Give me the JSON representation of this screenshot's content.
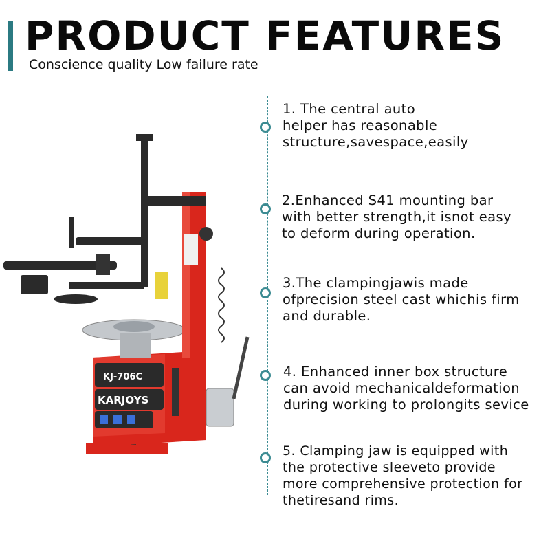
{
  "header": {
    "title": "PRODUCT FEATURES",
    "subtitle": "Conscience quality Low failure rate"
  },
  "machine": {
    "model_label": "KJ-706C",
    "brand_label": "KARJOYS",
    "colors": {
      "body": "#d9261c",
      "dark": "#222222",
      "metal": "#b8bcc0"
    }
  },
  "features": [
    {
      "text": "1. The central auto\nhelper has reasonable\nstructure,savespace,easily"
    },
    {
      "text": "2.Enhanced S41 mounting bar\nwith better strength,it isnot easy\nto deform during operation."
    },
    {
      "text": "3.The clampingjawis made\nofprecision steel cast whichis firm\nand durable."
    },
    {
      "text": "4. Enhanced inner box structure\ncan avoid mechanicaldeformation\nduring working to prolongits sevice"
    },
    {
      "text": "5. Clamping jaw is equipped with\nthe protective sleeveto provide\nmore comprehensive protection for\nthetiresand rims."
    }
  ],
  "accent_color": "#2b7a82"
}
